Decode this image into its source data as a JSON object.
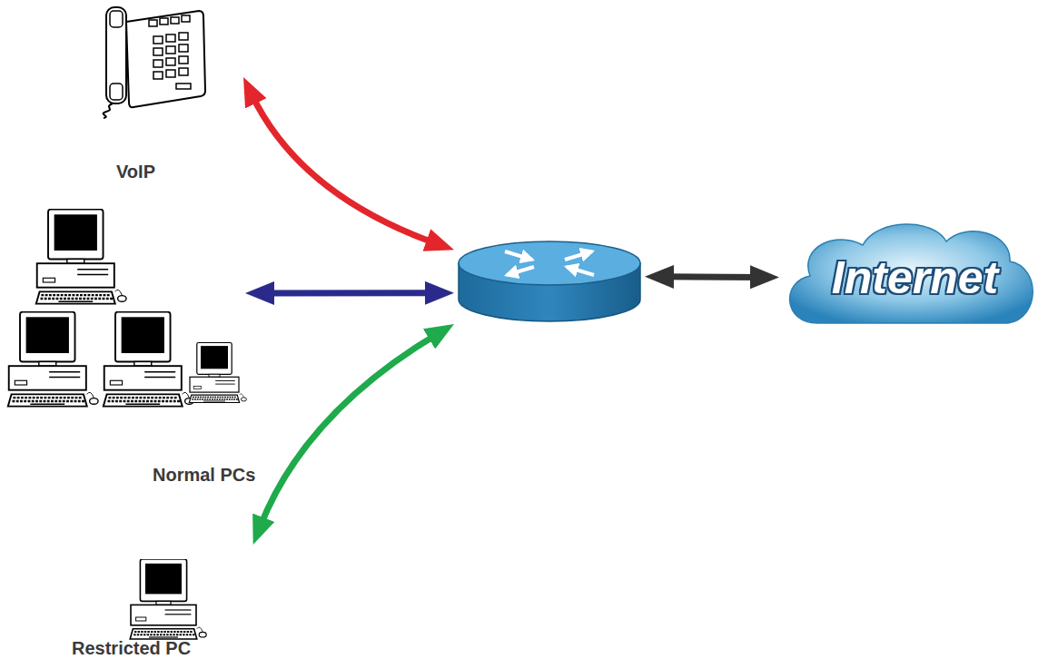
{
  "diagram": {
    "nodes": [
      {
        "text": [
          "VoIP"
        ]
      },
      {
        "text": [
          "Normal PCs"
        ]
      },
      {
        "text": [
          "Restricted PC"
        ]
      },
      {
        "text": []
      },
      {
        "text": [
          "Internet"
        ]
      }
    ],
    "edges": [
      {
        "from": 0,
        "to": 3,
        "arrow": "both"
      },
      {
        "from": 1,
        "to": 3,
        "arrow": "both"
      },
      {
        "from": 2,
        "to": 3,
        "arrow": "both"
      },
      {
        "from": 3,
        "to": 4,
        "arrow": "both"
      }
    ]
  }
}
